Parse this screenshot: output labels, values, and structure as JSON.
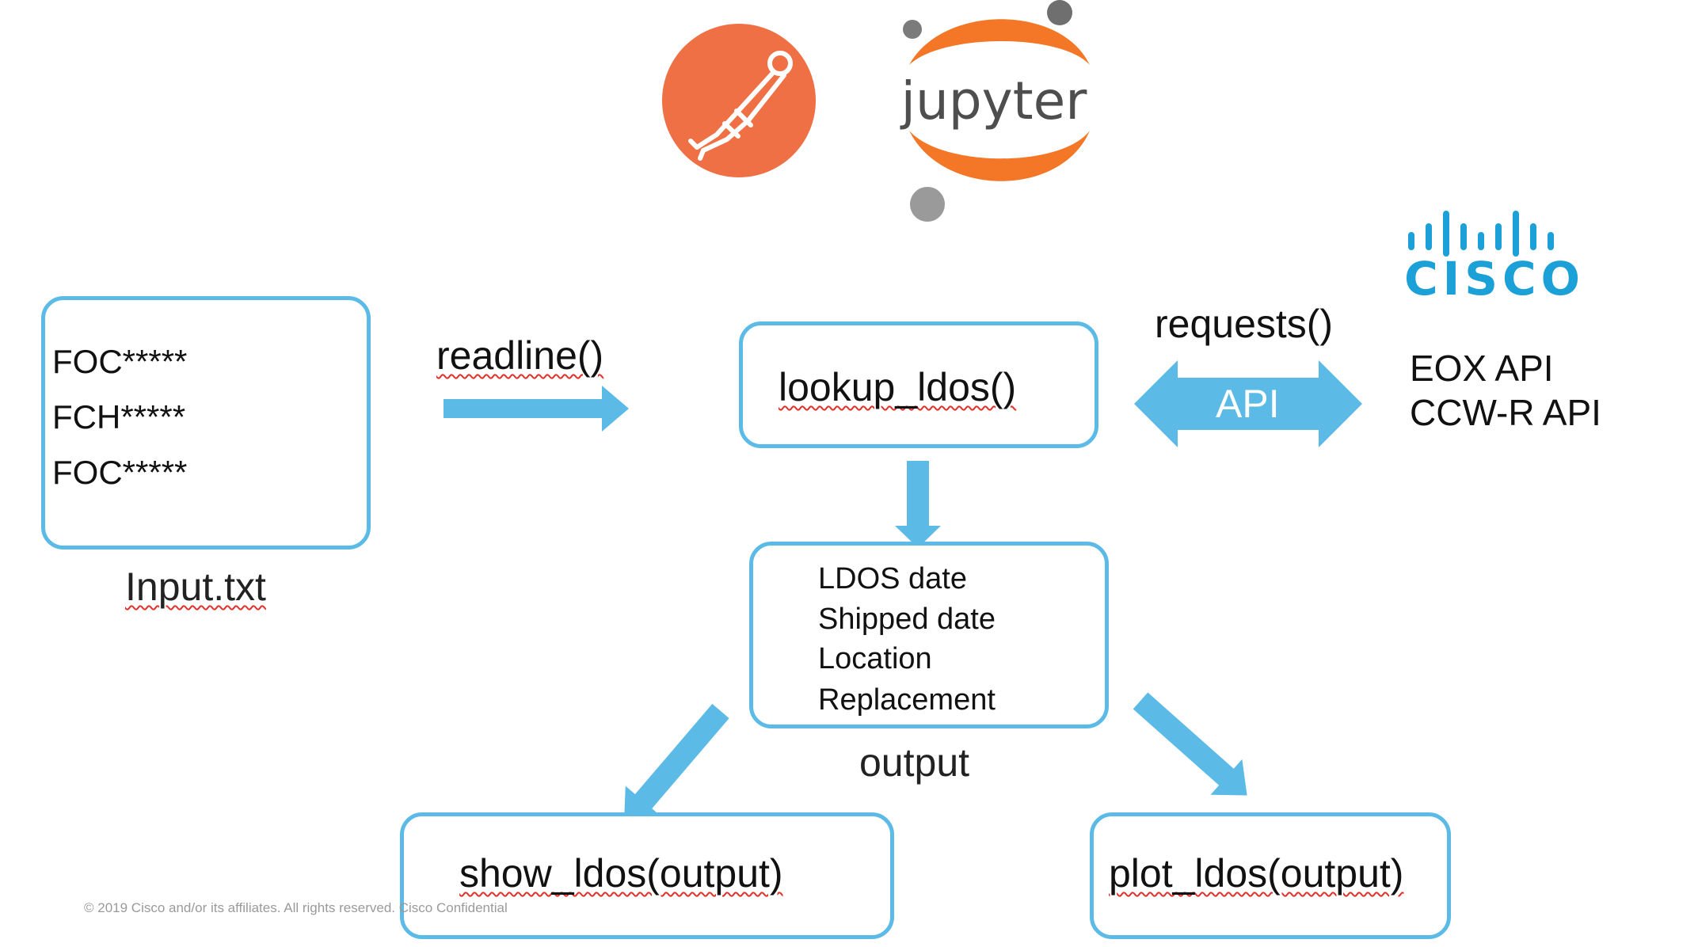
{
  "colors": {
    "accent": "#5bbbe6",
    "postman": "#ef7044",
    "jupyter_orange": "#f37726",
    "jupyter_grey": "#989798",
    "cisco_blue": "#1ba0d7",
    "spellcheck": "#e0312b"
  },
  "icons": [
    "postman-logo",
    "jupyter-logo",
    "cisco-logo"
  ],
  "logos": {
    "jupyter_text": "jupyter",
    "cisco_text": "CISCO"
  },
  "input_box": {
    "lines": [
      "FOC*****",
      "FCH*****",
      "FOC*****"
    ],
    "caption": "Input.txt"
  },
  "readline": {
    "label": "readline()"
  },
  "lookup": {
    "label": "lookup_ldos()"
  },
  "api_arrow": {
    "label": "API"
  },
  "requests": {
    "label": "requests()"
  },
  "apis": {
    "lines": [
      "EOX API",
      "CCW-R API"
    ]
  },
  "output_box": {
    "fields": [
      "LDOS date",
      "Shipped date",
      "Location",
      "Replacement"
    ],
    "caption": "output"
  },
  "show": {
    "label": "show_ldos(output)"
  },
  "plot": {
    "label": "plot_ldos(output)"
  },
  "footer": {
    "text": "© 2019  Cisco and/or its affiliates. All rights reserved.   Cisco Confidential"
  }
}
